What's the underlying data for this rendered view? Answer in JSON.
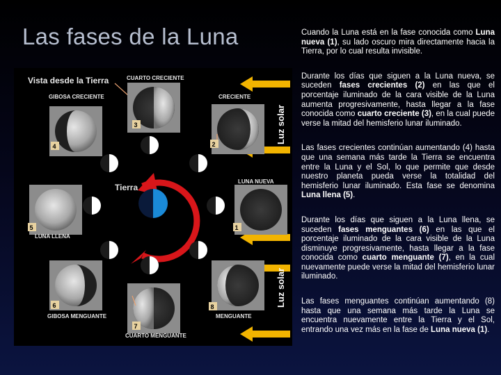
{
  "title": "Las fases de la Luna",
  "diagram": {
    "view_label": "Vista desde la Tierra",
    "earth_label": "Tierra",
    "sunlight_label": "Luz solar",
    "phase_labels": {
      "cuarto_creciente": "CUARTO CRECIENTE",
      "gibosa_creciente": "GIBOSA CRECIENTE",
      "creciente": "CRECIENTE",
      "luna_nueva": "LUNA NUEVA",
      "luna_llena": "LUNA LLENA",
      "gibosa_menguante": "GIBOSA MENGUANTE",
      "menguante": "MENGUANTE",
      "cuarto_menguante": "CUARTO MENGUANTE"
    },
    "numbers": [
      "1",
      "2",
      "3",
      "4",
      "5",
      "6",
      "7",
      "8"
    ],
    "colors": {
      "background": "#000000",
      "sun_arrow": "#f2b400",
      "earth_blue": "#1a8ad8",
      "orbit_arrow": "#d8161a",
      "number_box": "#e8d2a0"
    }
  },
  "paragraphs": [
    [
      {
        "t": "Cuando la Luna está en la fase conocida como ",
        "b": false
      },
      {
        "t": "Luna nueva (1)",
        "b": true
      },
      {
        "t": ", su lado oscuro mira directamente hacia la Tierra, por lo cual resulta invisible.",
        "b": false
      }
    ],
    [
      {
        "t": "Durante los días que siguen a la Luna nueva, se suceden ",
        "b": false
      },
      {
        "t": "fases crecientes (2)",
        "b": true
      },
      {
        "t": " en las que el porcentaje iluminado de la cara visible de la Luna aumenta progresivamente, hasta llegar a la fase conocida como ",
        "b": false
      },
      {
        "t": "cuarto creciente (3)",
        "b": true
      },
      {
        "t": ", en la cual puede verse la mitad del hemisferio lunar iluminado.",
        "b": false
      }
    ],
    [
      {
        "t": "Las fases crecientes continúan aumentando (4) hasta que una semana más tarde la Tierra se encuentra entre la Luna y el Sol, lo que permite que desde nuestro planeta pueda verse la totalidad del hemisferio lunar iluminado. Esta fase se denomina ",
        "b": false
      },
      {
        "t": "Luna llena (5)",
        "b": true
      },
      {
        "t": ".",
        "b": false
      }
    ],
    [
      {
        "t": "Durante los días que siguen a la Luna llena, se suceden ",
        "b": false
      },
      {
        "t": "fases menguantes (6)",
        "b": true
      },
      {
        "t": " en las que el porcentaje iluminado de la cara visible de la Luna disminuye progresivamente, hasta llegar a la fase conocida como ",
        "b": false
      },
      {
        "t": "cuarto menguante (7)",
        "b": true
      },
      {
        "t": ", en la cual nuevamente puede verse la mitad del hemisferio lunar iluminado.",
        "b": false
      }
    ],
    [
      {
        "t": "Las fases menguantes continúan aumentando (8) hasta que una semana más tarde la Luna se encuentra nuevamente entre la Tierra y el Sol, entrando una vez más en la fase de ",
        "b": false
      },
      {
        "t": "Luna nueva",
        "b": true
      },
      {
        "t": " ",
        "b": false
      },
      {
        "t": "(1)",
        "b": true
      },
      {
        "t": ".",
        "b": false
      }
    ]
  ]
}
